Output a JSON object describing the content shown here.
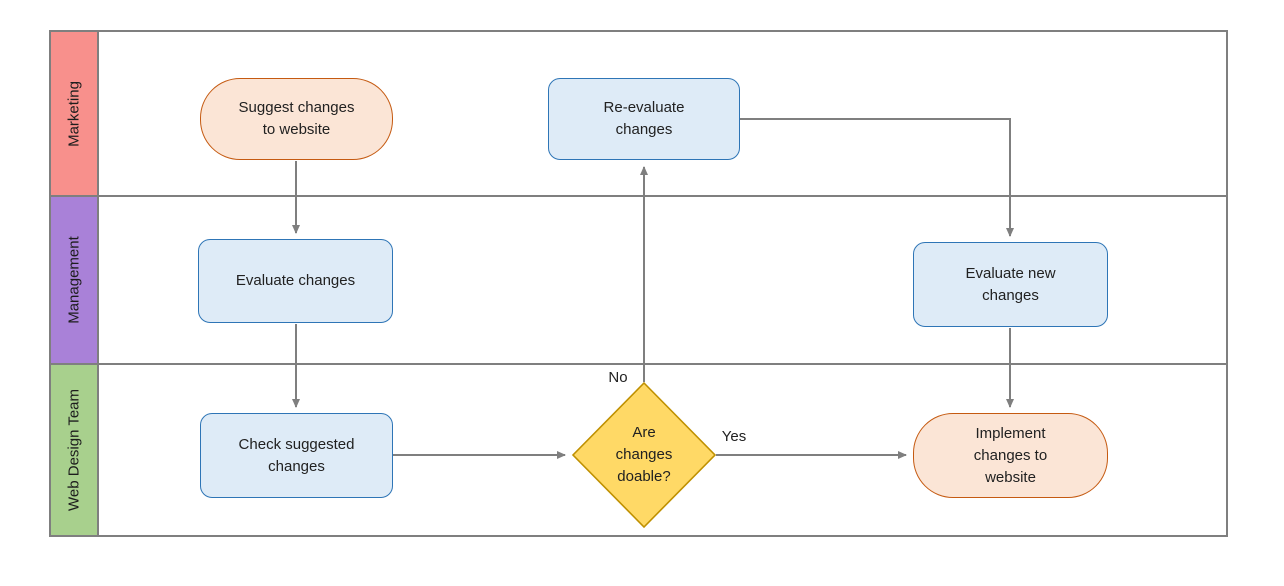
{
  "lanes": [
    {
      "label": "Marketing",
      "color": "#F8908C"
    },
    {
      "label": "Management",
      "color": "#A981D8"
    },
    {
      "label": "Web Design Team",
      "color": "#A8D08D"
    }
  ],
  "nodes": {
    "suggest": {
      "label": "Suggest changes to website",
      "type": "terminator",
      "lane": "Marketing"
    },
    "reevaluate": {
      "label": "Re-evaluate changes",
      "type": "process",
      "lane": "Marketing"
    },
    "evaluate": {
      "label": "Evaluate changes",
      "type": "process",
      "lane": "Management"
    },
    "evaluate_new": {
      "label": "Evaluate new changes",
      "type": "process",
      "lane": "Management"
    },
    "check": {
      "label": "Check suggested changes",
      "type": "process",
      "lane": "Web Design Team"
    },
    "doable": {
      "label": "Are changes doable?",
      "type": "decision",
      "lane": "Web Design Team"
    },
    "implement": {
      "label": "Implement changes to website",
      "type": "terminator",
      "lane": "Web Design Team"
    }
  },
  "edges": [
    {
      "from": "suggest",
      "to": "evaluate",
      "label": ""
    },
    {
      "from": "evaluate",
      "to": "check",
      "label": ""
    },
    {
      "from": "check",
      "to": "doable",
      "label": ""
    },
    {
      "from": "doable",
      "to": "implement",
      "label": "Yes"
    },
    {
      "from": "doable",
      "to": "reevaluate",
      "label": "No"
    },
    {
      "from": "reevaluate",
      "to": "evaluate_new",
      "label": ""
    },
    {
      "from": "evaluate_new",
      "to": "implement",
      "label": ""
    }
  ],
  "colors": {
    "frame_border": "#7F7F7F",
    "connector": "#7F7F7F",
    "process_fill": "#DEEBF7",
    "process_border": "#2E75B6",
    "terminator_fill": "#FBE5D6",
    "terminator_border": "#C55A11",
    "decision_fill": "#FFD966",
    "decision_border": "#BF9000",
    "text": "#212121"
  }
}
